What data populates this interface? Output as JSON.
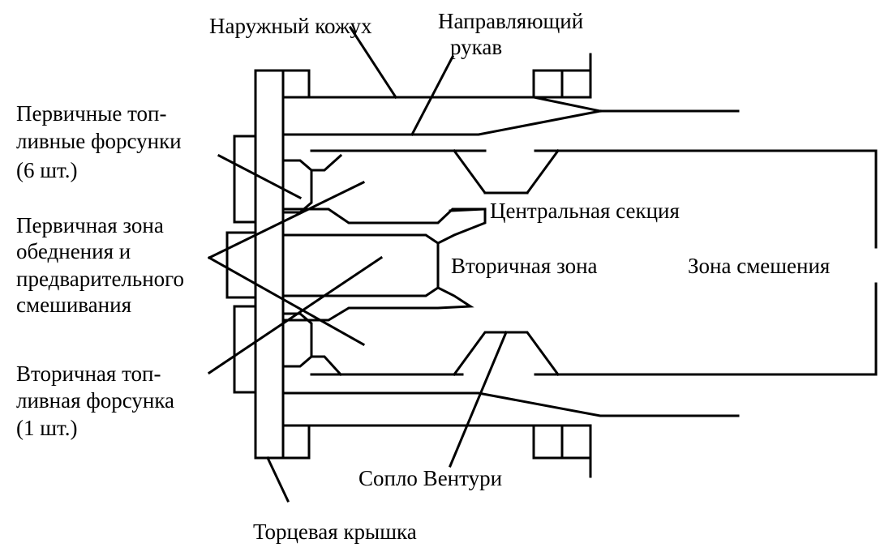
{
  "labels": {
    "outer_casing": "Наружный кожух",
    "guide_sleeve_1": "Направляющий",
    "guide_sleeve_2": "рукав",
    "primary_nozzles_1": "Первичные топ-",
    "primary_nozzles_2": "ливные форсунки",
    "primary_nozzles_3": "(6 шт.)",
    "lean_zone_1": "Первичная зона",
    "lean_zone_2": "обеднения и",
    "lean_zone_3": "предварительного",
    "lean_zone_4": "смешивания",
    "secondary_nozzle_1": "Вторичная топ-",
    "secondary_nozzle_2": "ливная форсунка",
    "secondary_nozzle_3": "(1 шт.)",
    "center_section": "Центральная секция",
    "secondary_zone": "Вторичная зона",
    "mixing_zone": "Зона смешения",
    "venturi": "Сопло Вентури",
    "end_cover": "Торцевая крышка"
  }
}
